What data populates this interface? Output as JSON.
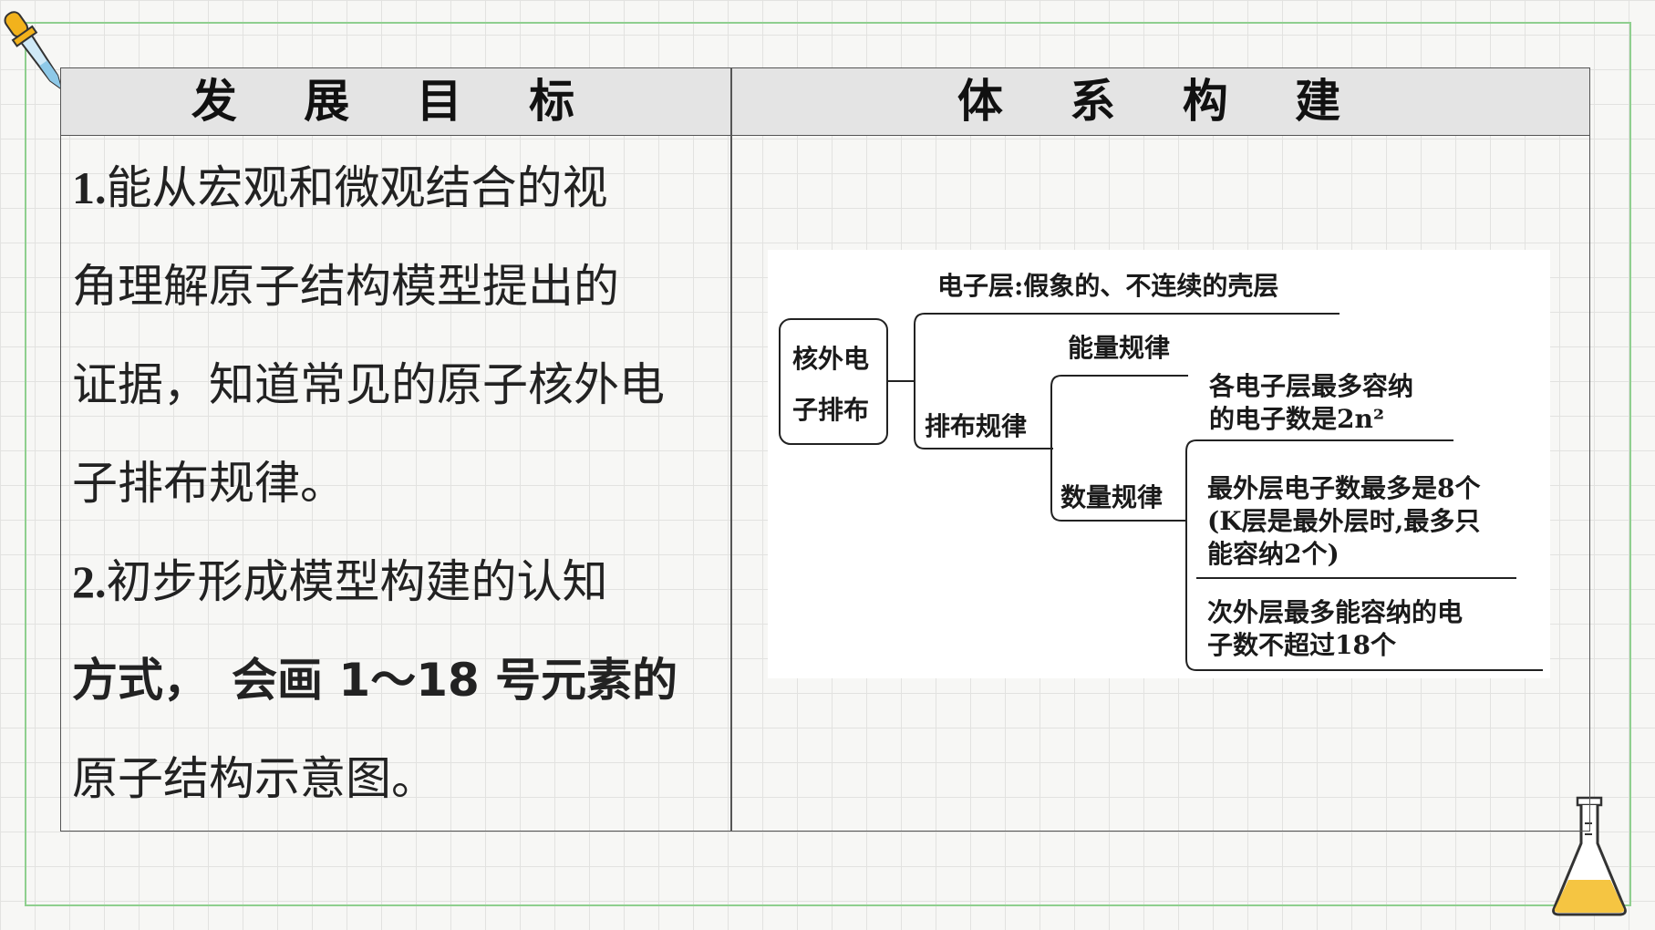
{
  "table": {
    "headers": [
      "发 展 目 标",
      "体 系 构 建"
    ]
  },
  "goals": {
    "lines": [
      {
        "num": "1.",
        "text": "能从宏观和微观结合的视"
      },
      {
        "num": "",
        "text": "角理解原子结构模型提出的"
      },
      {
        "num": "",
        "text": "证据，知道常见的原子核外电"
      },
      {
        "num": "",
        "text": "子排布规律。"
      },
      {
        "num": "2.",
        "text": "初步形成模型构建的认知"
      },
      {
        "num": "",
        "text": "方式，　会画 1～18 号元素的"
      },
      {
        "num": "",
        "text": "原子结构示意图。"
      }
    ]
  },
  "diagram": {
    "root": [
      "核外电",
      "子排布"
    ],
    "electron_layer": "电子层:假象的、不连续的壳层",
    "distribution": "排布规律",
    "energy_rule": "能量规律",
    "quantity_rule": "数量规律",
    "rule_max_electrons": [
      "各电子层最多容纳",
      "的电子数是2n²"
    ],
    "rule_outermost": [
      "最外层电子数最多是8个",
      "(K层是最外层时,最多只",
      "能容纳2个)"
    ],
    "rule_second_outer": [
      "次外层最多能容纳的电",
      "子数不超过18个"
    ]
  },
  "icons": [
    "dropper-icon",
    "flask-icon"
  ],
  "colors": {
    "frame": "#8fcf8f",
    "flask_liquid": "#f5c542",
    "dropper_tip": "#8ec9e8",
    "dropper_bulb": "#f2b21c"
  }
}
